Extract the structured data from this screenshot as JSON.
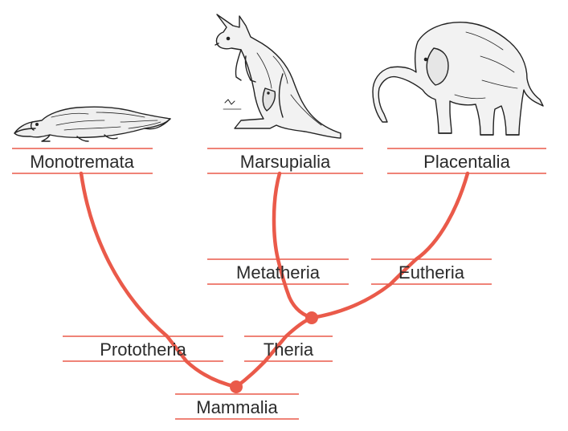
{
  "colors": {
    "branch": "#ea5a4a",
    "rule": "#ea5a4a",
    "text": "#2b2b2b",
    "animal_ink": "#222222"
  },
  "taxa": {
    "monotremata": "Monotremata",
    "marsupialia": "Marsupialia",
    "placentalia": "Placentalia",
    "metatheria": "Metatheria",
    "eutheria": "Eutheria",
    "prototheria": "Prototheria",
    "theria": "Theria",
    "mammalia": "Mammalia"
  },
  "illustrations": {
    "monotremata": "platypus-illustration",
    "marsupialia": "kangaroo-illustration",
    "placentalia": "elephant-illustration"
  }
}
